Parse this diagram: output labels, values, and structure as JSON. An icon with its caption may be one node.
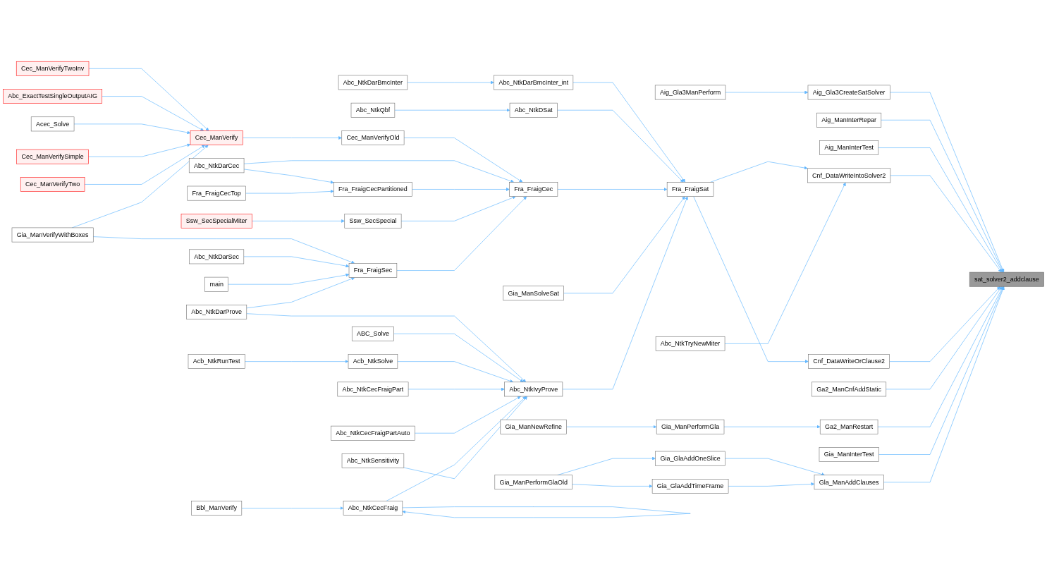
{
  "diagram": {
    "nodes": [
      {
        "text": [
          "Cec_ManVerifyTwoInv"
        ]
      },
      {
        "text": [
          "Abc_ExactTestSingleOutputAIG"
        ]
      },
      {
        "text": [
          "Acec_Solve"
        ]
      },
      {
        "text": [
          "Cec_ManVerifySimple"
        ]
      },
      {
        "text": [
          "Cec_ManVerifyTwo"
        ]
      },
      {
        "text": [
          "Gia_ManVerifyWithBoxes"
        ]
      },
      {
        "text": [
          "Cec_ManVerify"
        ]
      },
      {
        "text": [
          "Abc_NtkDarCec"
        ]
      },
      {
        "text": [
          "Fra_FraigCecTop"
        ]
      },
      {
        "text": [
          "Ssw_SecSpecialMiter"
        ]
      },
      {
        "text": [
          "Abc_NtkDarSec"
        ]
      },
      {
        "text": [
          "main"
        ]
      },
      {
        "text": [
          "Abc_NtkDarProve"
        ]
      },
      {
        "text": [
          "Acb_NtkRunTest"
        ]
      },
      {
        "text": [
          "Bbl_ManVerify"
        ]
      },
      {
        "text": [
          "Cec_ManVerifyOld"
        ]
      },
      {
        "text": [
          "Fra_FraigCecPartitioned"
        ]
      },
      {
        "text": [
          "Ssw_SecSpecial"
        ]
      },
      {
        "text": [
          "Fra_FraigSec"
        ]
      },
      {
        "text": [
          "Abc_NtkDarBmcInter"
        ]
      },
      {
        "text": [
          "Abc_NtkQbf"
        ]
      },
      {
        "text": [
          "ABC_Solve"
        ]
      },
      {
        "text": [
          "Acb_NtkSolve"
        ]
      },
      {
        "text": [
          "Abc_NtkCecFraigPart"
        ]
      },
      {
        "text": [
          "Abc_NtkCecFraigPartAuto"
        ]
      },
      {
        "text": [
          "Abc_NtkCecFraig"
        ]
      },
      {
        "text": [
          "Abc_NtkSensitivity"
        ]
      },
      {
        "text": [
          "Fra_FraigCec"
        ]
      },
      {
        "text": [
          "Gia_ManSolveSat"
        ]
      },
      {
        "text": [
          "Abc_NtkDarBmcInter_int"
        ]
      },
      {
        "text": [
          "Abc_NtkDSat"
        ]
      },
      {
        "text": [
          "Abc_NtkIvyProve"
        ]
      },
      {
        "text": [
          "Gia_ManNewRefine"
        ]
      },
      {
        "text": [
          "Gia_ManPerformGlaOld"
        ]
      },
      {
        "text": [
          "Aig_Gla3ManPerform"
        ]
      },
      {
        "text": [
          "Abc_NtkTryNewMiter"
        ]
      },
      {
        "text": [
          "Fra_FraigSat"
        ]
      },
      {
        "text": [
          "Gia_ManPerformGla"
        ]
      },
      {
        "text": [
          "Gia_GlaAddOneSlice"
        ]
      },
      {
        "text": [
          "Gia_GlaAddTimeFrame"
        ]
      },
      {
        "text": [
          "Aig_Gla3CreateSatSolver"
        ]
      },
      {
        "text": [
          "Aig_ManInterRepar"
        ]
      },
      {
        "text": [
          "Aig_ManInterTest"
        ]
      },
      {
        "text": [
          "Cnf_DataWriteIntoSolver2"
        ]
      },
      {
        "text": [
          "Cnf_DataWriteOrClause2"
        ]
      },
      {
        "text": [
          "Ga2_ManCnfAddStatic"
        ]
      },
      {
        "text": [
          "Ga2_ManRestart"
        ]
      },
      {
        "text": [
          "Gia_ManInterTest"
        ]
      },
      {
        "text": [
          "Gla_ManAddClauses"
        ]
      },
      {
        "text": [
          "sat_solver2_addclause"
        ]
      }
    ],
    "edges": [
      {
        "from": 0,
        "to": 6,
        "arrow": "to"
      },
      {
        "from": 1,
        "to": 6,
        "arrow": "to"
      },
      {
        "from": 2,
        "to": 6,
        "arrow": "to"
      },
      {
        "from": 3,
        "to": 6,
        "arrow": "to"
      },
      {
        "from": 4,
        "to": 6,
        "arrow": "to"
      },
      {
        "from": 5,
        "to": 6,
        "arrow": "to"
      },
      {
        "from": 5,
        "to": 18,
        "arrow": "to"
      },
      {
        "from": 6,
        "to": 15,
        "arrow": "to"
      },
      {
        "from": 15,
        "to": 27,
        "arrow": "to"
      },
      {
        "from": 7,
        "to": 27,
        "arrow": "to"
      },
      {
        "from": 7,
        "to": 16,
        "arrow": "to"
      },
      {
        "from": 8,
        "to": 16,
        "arrow": "to"
      },
      {
        "from": 16,
        "to": 27,
        "arrow": "to"
      },
      {
        "from": 9,
        "to": 17,
        "arrow": "to"
      },
      {
        "from": 17,
        "to": 27,
        "arrow": "to"
      },
      {
        "from": 18,
        "to": 27,
        "arrow": "to"
      },
      {
        "from": 10,
        "to": 18,
        "arrow": "to"
      },
      {
        "from": 11,
        "to": 18,
        "arrow": "to"
      },
      {
        "from": 12,
        "to": 18,
        "arrow": "to"
      },
      {
        "from": 12,
        "to": 31,
        "arrow": "to"
      },
      {
        "from": 19,
        "to": 29,
        "arrow": "to"
      },
      {
        "from": 29,
        "to": 36,
        "arrow": "to"
      },
      {
        "from": 20,
        "to": 30,
        "arrow": "to"
      },
      {
        "from": 30,
        "to": 36,
        "arrow": "to"
      },
      {
        "from": 21,
        "to": 31,
        "arrow": "to"
      },
      {
        "from": 13,
        "to": 22,
        "arrow": "to"
      },
      {
        "from": 22,
        "to": 31,
        "arrow": "to"
      },
      {
        "from": 23,
        "to": 31,
        "arrow": "to"
      },
      {
        "from": 24,
        "to": 31,
        "arrow": "to"
      },
      {
        "from": 25,
        "to": 31,
        "arrow": "to"
      },
      {
        "from": 26,
        "to": 31,
        "arrow": "to"
      },
      {
        "from": 14,
        "to": 25,
        "arrow": "to"
      },
      {
        "from": 25,
        "to": 25,
        "arrow": "to"
      },
      {
        "from": 27,
        "to": 36,
        "arrow": "to"
      },
      {
        "from": 28,
        "to": 36,
        "arrow": "to"
      },
      {
        "from": 31,
        "to": 36,
        "arrow": "to"
      },
      {
        "from": 36,
        "to": 43,
        "arrow": "to"
      },
      {
        "from": 36,
        "to": 44,
        "arrow": "to"
      },
      {
        "from": 35,
        "to": 43,
        "arrow": "to"
      },
      {
        "from": 34,
        "to": 40,
        "arrow": "to"
      },
      {
        "from": 37,
        "to": 46,
        "arrow": "to"
      },
      {
        "from": 32,
        "to": 37,
        "arrow": "to"
      },
      {
        "from": 33,
        "to": 38,
        "arrow": "to"
      },
      {
        "from": 33,
        "to": 39,
        "arrow": "to"
      },
      {
        "from": 38,
        "to": 48,
        "arrow": "to"
      },
      {
        "from": 39,
        "to": 48,
        "arrow": "to"
      },
      {
        "from": 40,
        "to": 49,
        "arrow": "to"
      },
      {
        "from": 41,
        "to": 49,
        "arrow": "to"
      },
      {
        "from": 42,
        "to": 49,
        "arrow": "to"
      },
      {
        "from": 43,
        "to": 49,
        "arrow": "to"
      },
      {
        "from": 44,
        "to": 49,
        "arrow": "to"
      },
      {
        "from": 45,
        "to": 49,
        "arrow": "to"
      },
      {
        "from": 46,
        "to": 49,
        "arrow": "to"
      },
      {
        "from": 47,
        "to": 49,
        "arrow": "to"
      },
      {
        "from": 48,
        "to": 49,
        "arrow": "to"
      }
    ]
  }
}
